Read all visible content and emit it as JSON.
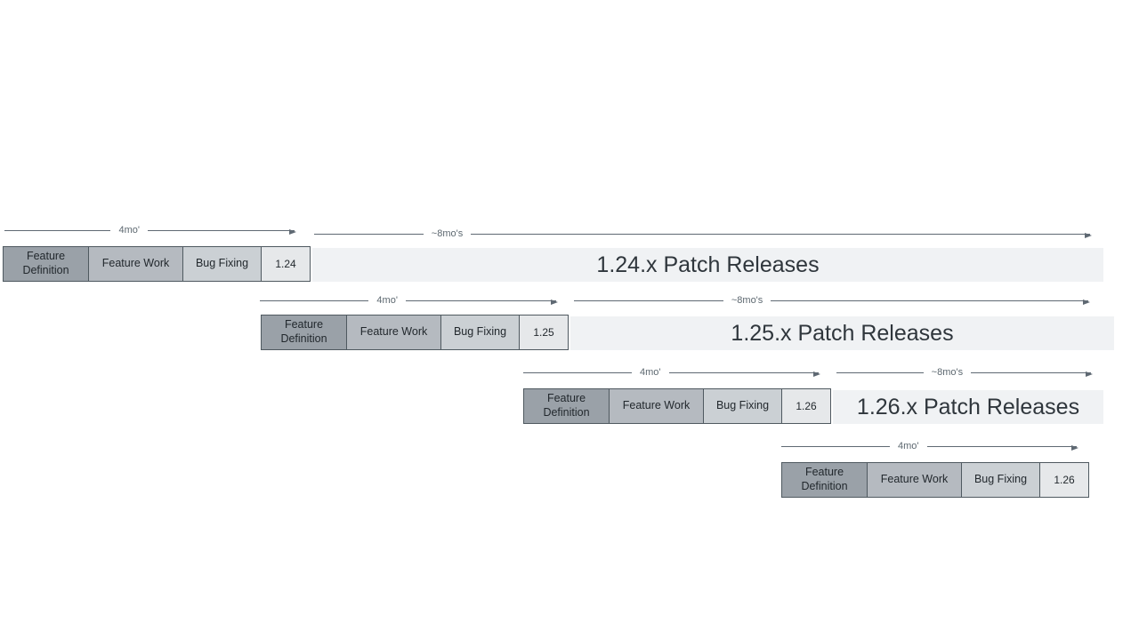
{
  "diagram": {
    "description": "release-cadence-timeline",
    "colors": {
      "feature_definition_fill": "#9aa1a8",
      "feature_work_fill": "#b5bac0",
      "bug_fixing_fill": "#cbd0d4",
      "version_box_fill": "#e6e8ea",
      "patch_bar_fill": "#f0f2f4",
      "arrow_color": "#5f6973",
      "box_border": "#4f5960",
      "text_dark": "#2f363c"
    },
    "rows": [
      {
        "version": "1.24",
        "phases": [
          "Feature Definition",
          "Feature Work",
          "Bug Fixing"
        ],
        "cycle_duration": "4mo'",
        "patch_duration": "~8mo's",
        "patch_text": "1.24.x Patch Releases"
      },
      {
        "version": "1.25",
        "phases": [
          "Feature Definition",
          "Feature Work",
          "Bug Fixing"
        ],
        "cycle_duration": "4mo'",
        "patch_duration": "~8mo's",
        "patch_text": "1.25.x Patch Releases"
      },
      {
        "version": "1.26",
        "phases": [
          "Feature Definition",
          "Feature Work",
          "Bug Fixing"
        ],
        "cycle_duration": "4mo'",
        "patch_duration": "~8mo's",
        "patch_text": "1.26.x Patch Releases"
      },
      {
        "version": "1.26",
        "phases": [
          "Feature Definition",
          "Feature Work",
          "Bug Fixing"
        ],
        "cycle_duration": "4mo'"
      }
    ]
  }
}
